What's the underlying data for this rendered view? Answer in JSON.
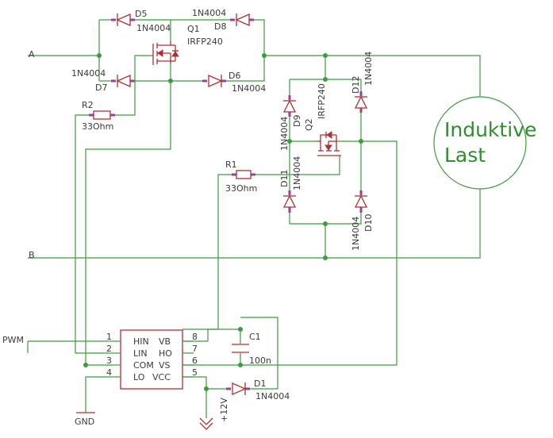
{
  "nets": {
    "a": "A",
    "b": "B",
    "pwm": "PWM",
    "gnd": "GND",
    "v12": "+12V"
  },
  "diodes": {
    "d1": {
      "name": "D1",
      "type": "1N4004"
    },
    "d5": {
      "name": "D5",
      "type": "1N4004"
    },
    "d6": {
      "name": "D6",
      "type": "1N4004"
    },
    "d7": {
      "name": "D7",
      "type": "1N4004"
    },
    "d8": {
      "name": "D8",
      "type": "1N4004"
    },
    "d9": {
      "name": "D9",
      "type": "1N4004"
    },
    "d10": {
      "name": "D10",
      "type": "1N4004"
    },
    "d11": {
      "name": "D11",
      "type": "1N4004"
    },
    "d12": {
      "name": "D12",
      "type": "1N4004"
    }
  },
  "transistors": {
    "q1": {
      "name": "Q1",
      "type": "IRFP240"
    },
    "q2": {
      "name": "Q2",
      "type": "IRFP240"
    }
  },
  "resistors": {
    "r1": {
      "name": "R1",
      "value": "33Ohm"
    },
    "r2": {
      "name": "R2",
      "value": "33Ohm"
    }
  },
  "capacitor": {
    "name": "C1",
    "value": "100n"
  },
  "load": {
    "line1": "Induktive",
    "line2": "Last"
  },
  "driver_ic": {
    "left_pins": [
      {
        "num": "1",
        "name": "HIN"
      },
      {
        "num": "2",
        "name": "LIN"
      },
      {
        "num": "3",
        "name": "COM"
      },
      {
        "num": "4",
        "name": "LO"
      }
    ],
    "right_pins": [
      {
        "num": "8",
        "name": "VB"
      },
      {
        "num": "7",
        "name": "HO"
      },
      {
        "num": "6",
        "name": "VS"
      },
      {
        "num": "5",
        "name": "VCC"
      }
    ]
  },
  "colors": {
    "wire": "#3c9b3c",
    "part": "#b03030",
    "pin": "#9a3fa5",
    "label": "#3a3a3a",
    "load_text": "#2f8f2f"
  }
}
